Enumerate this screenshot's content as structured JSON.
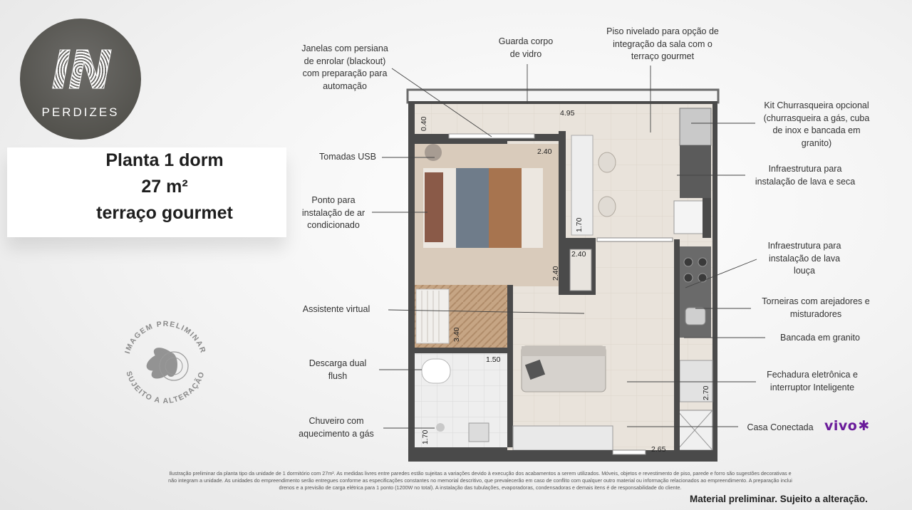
{
  "brand": {
    "logo_mark": "IN",
    "logo_sub": "PERDIZES"
  },
  "title": {
    "line1": "Planta 1 dorm",
    "line2": "27 m²",
    "line3": "terraço gourmet"
  },
  "stamp": {
    "top_text": "IMAGEM PRELIMINAR",
    "bottom_text": "SUJEITO A ALTERAÇÃO"
  },
  "labels_left": [
    {
      "text": "Janelas com persiana\nde enrolar (blackout)\ncom preparação para\nautomação"
    },
    {
      "text": "Tomadas USB"
    },
    {
      "text": "Ponto para\ninstalação de ar\ncondicionado"
    },
    {
      "text": "Assistente virtual"
    },
    {
      "text": "Descarga dual\nflush"
    },
    {
      "text": "Chuveiro com\naquecimento a gás"
    }
  ],
  "labels_top": [
    {
      "text": "Guarda corpo\nde vidro"
    },
    {
      "text": "Piso nivelado para opção de\nintegração da sala com o\nterraço gourmet"
    }
  ],
  "labels_right": [
    {
      "text": "Kit Churrasqueira opcional\n(churrasqueira a gás, cuba\nde inox e bancada em\ngranito)"
    },
    {
      "text": "Infraestrutura para\ninstalação de lava e seca"
    },
    {
      "text": "Infraestrutura para\ninstalação de lava\nlouça"
    },
    {
      "text": "Torneiras com arejadores e\nmisturadores"
    },
    {
      "text": "Bancada em granito"
    },
    {
      "text": "Fechadura eletrônica e\ninterruptor Inteligente"
    },
    {
      "text": "Casa Conectada"
    }
  ],
  "partner_logo": "vivo",
  "dimensions": {
    "terrace_width": "4.95",
    "terrace_depth": "0.40",
    "bedroom_width": "2.40",
    "bedroom_depth": "2.40",
    "hall_width": "1.70",
    "closet_width": "2.40",
    "bedroom_length": "3.40",
    "bath_width": "1.50",
    "bath_depth": "1.70",
    "kitchen_depth": "2.70",
    "living_width": "2.65"
  },
  "footnote": "Ilustração preliminar da planta tipo da unidade de 1 dormitório com 27m². As medidas livres entre paredes estão sujeitas a variações devido à execução dos acabamentos a serem utilizados. Móveis, objetos e revestimento de piso, parede e forro são sugestões decorativas e não integram a unidade. As unidades do empreendimento serão entregues conforme as especificações constantes no memorial descritivo, que prevalecerão em caso de conflito com qualquer outro material ou informação relacionados ao empreendimento. A preparação inclui drenos e a previsão de carga elétrica para 1 ponto (1200W no total). A instalação das tubulações, evaporadoras, condensadoras e demais itens é de responsabilidade do cliente.",
  "disclaimer": "Material preliminar. Sujeito a alteração.",
  "colors": {
    "wall": "#4a4a4a",
    "floor_light": "#e6e0d8",
    "floor_wood": "#c9a98a",
    "logo_bg": "#55544f",
    "vivo_purple": "#6a1b9a"
  }
}
